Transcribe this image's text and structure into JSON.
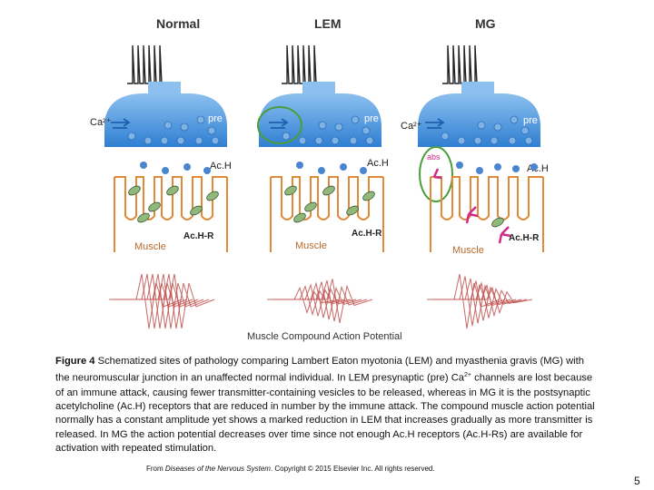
{
  "panels": [
    {
      "title": "Normal",
      "pre": "pre",
      "ca": "Ca²⁺",
      "ach": "Ac.H",
      "achr": "Ac.H-R",
      "muscle": "Muscle"
    },
    {
      "title": "LEM",
      "pre": "pre",
      "ach": "Ac.H",
      "achr": "Ac.H-R",
      "muscle": "Muscle"
    },
    {
      "title": "MG",
      "pre": "pre",
      "ca": "Ca²⁺",
      "abs": "abs",
      "ach": "Ac.H",
      "achr": "Ac.H-R",
      "muscle": "Muscle"
    }
  ],
  "bottom_title": "Muscle Compound Action Potential",
  "caption": {
    "figure_label": "Figure 4",
    "text_part1": " Schematized sites of pathology comparing Lambert Eaton myotonia (LEM) and myasthenia gravis (MG) with the neuromuscular junction in an unaffected normal individual. In LEM presynaptic (pre) Ca",
    "superscript": "2+",
    "text_part2": " channels are lost because of an immune attack, causing fewer transmitter-containing vesicles to be released, whereas in MG it is the postsynaptic acetylcholine (Ac.H) receptors that are reduced in number by the immune attack. The compound muscle action potential normally has a constant amplitude yet shows a marked reduction in LEM that increases gradually as more transmitter is released. In MG the action potential decreases over time since not enough Ac.H receptors (Ac.H-Rs) are available for activation with repeated stimulation."
  },
  "credit": {
    "prefix": "From ",
    "book": "Diseases of the Nervous System",
    "suffix": ". Copyright © 2015 Elsevier Inc. All rights reserved."
  },
  "page_number": "5",
  "colors": {
    "terminal": "#3a86d6",
    "terminal_light": "#8cc0ef",
    "vesicle": "#4a86d0",
    "muscle_outline": "#e08a3a",
    "receptor": "#8fb87a",
    "highlight": "#4a9e3a",
    "antibody": "#d02a8a",
    "ap_trace": "#c0504d"
  }
}
